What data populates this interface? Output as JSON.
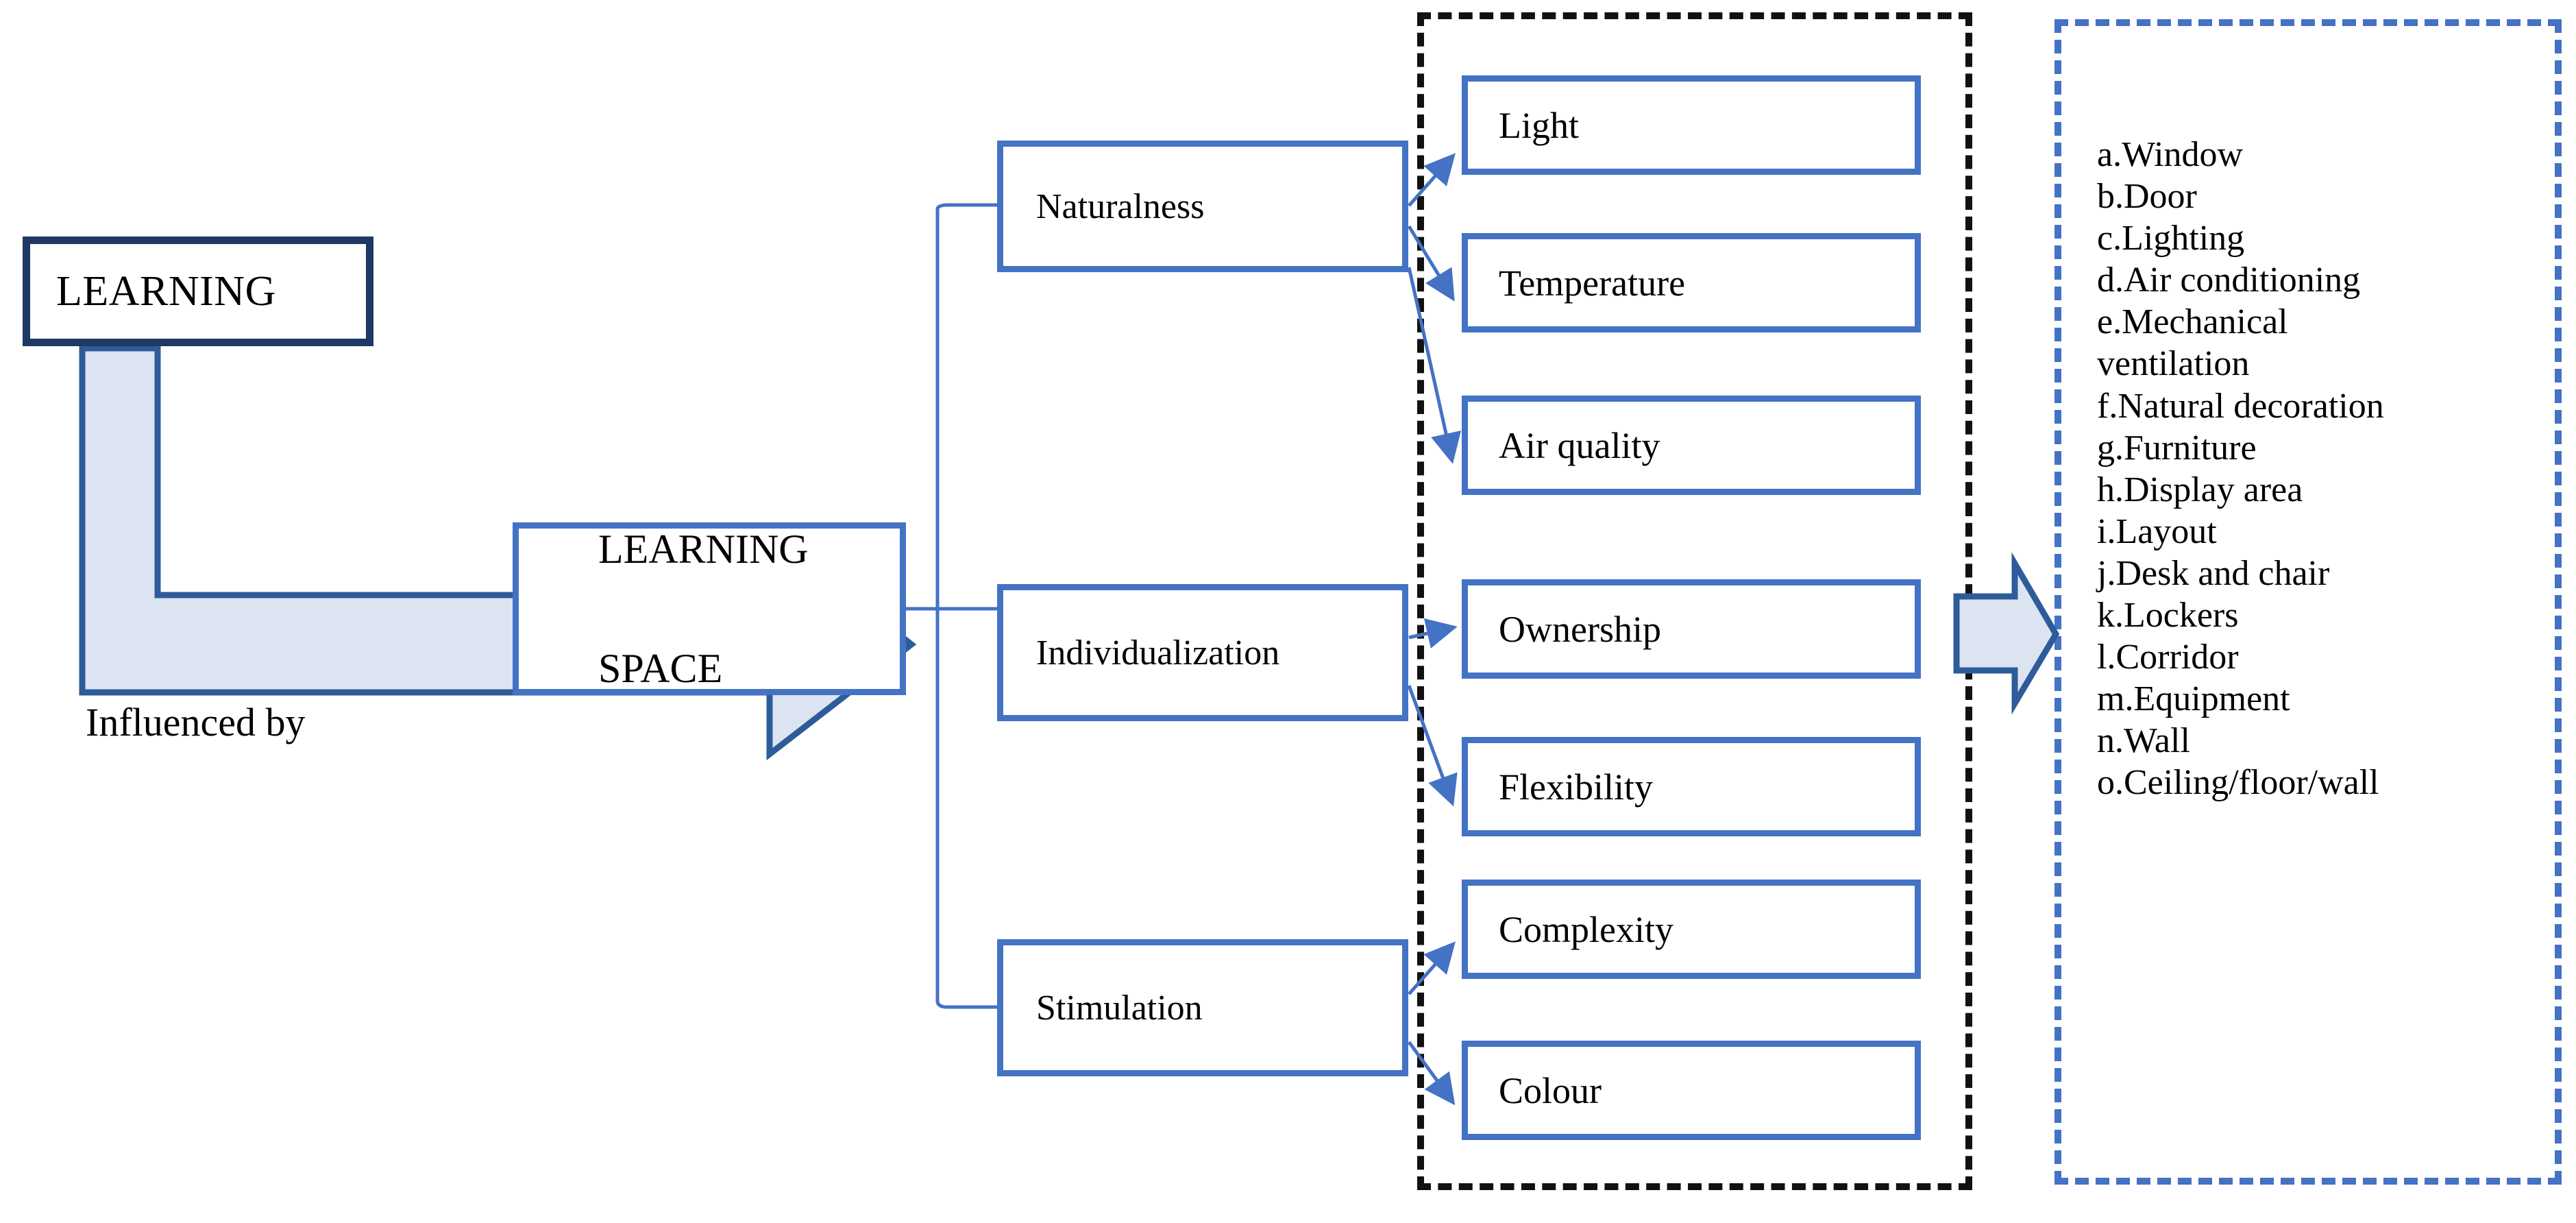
{
  "diagram": {
    "title_nodes": {
      "learning": "LEARNING",
      "learning_space_line1": "LEARNING",
      "learning_space_line2": "SPACE",
      "influenced_by": "Influenced by"
    },
    "categories": [
      {
        "id": "naturalness",
        "label": "Naturalness"
      },
      {
        "id": "individualization",
        "label": "Individualization"
      },
      {
        "id": "stimulation",
        "label": "Stimulation"
      }
    ],
    "attributes": [
      {
        "id": "light",
        "label": "Light",
        "parent": "naturalness"
      },
      {
        "id": "temperature",
        "label": "Temperature",
        "parent": "naturalness"
      },
      {
        "id": "airquality",
        "label": "Air quality",
        "parent": "naturalness"
      },
      {
        "id": "ownership",
        "label": "Ownership",
        "parent": "individualization"
      },
      {
        "id": "flexibility",
        "label": "Flexibility",
        "parent": "individualization"
      },
      {
        "id": "complexity",
        "label": "Complexity",
        "parent": "stimulation"
      },
      {
        "id": "colour",
        "label": "Colour",
        "parent": "stimulation"
      }
    ],
    "specification_list": [
      "a.Window",
      "b.Door",
      "c.Lighting",
      "d.Air conditioning",
      "e.Mechanical",
      "ventilation",
      "f.Natural decoration",
      "g.Furniture",
      "h.Display area",
      "i.Layout",
      "j.Desk and chair",
      "k.Lockers",
      "l.Corridor",
      "m.Equipment",
      "n.Wall",
      "o.Ceiling/floor/wall"
    ],
    "colors": {
      "navy_border": "#1F3864",
      "blue_border": "#4472C4",
      "arrow_fill": "#DCE4F2",
      "arrow_stroke": "#2E5C9A",
      "dashed_black": "#111111",
      "dashed_blue": "#4472C4",
      "text": "#000000",
      "background": "#FFFFFF"
    }
  }
}
